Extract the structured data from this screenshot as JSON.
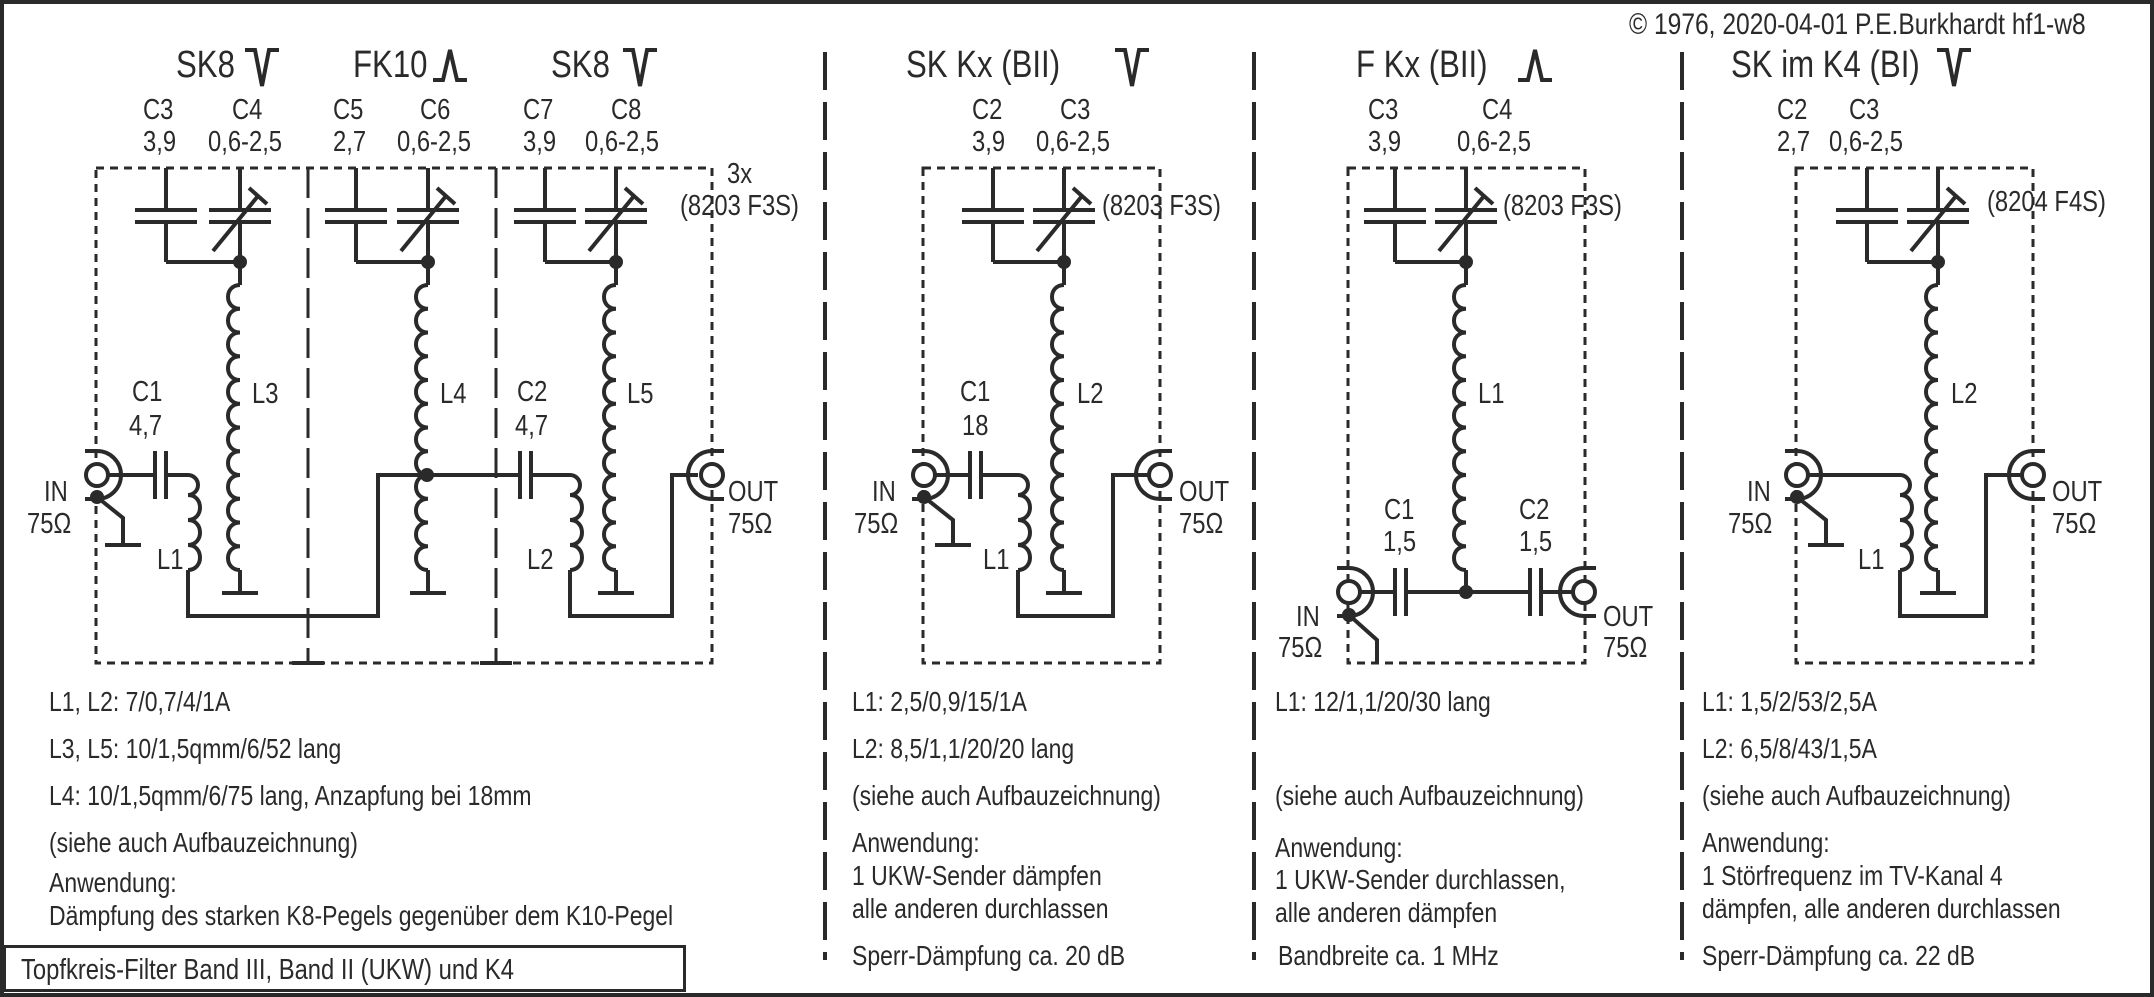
{
  "copyright": "© 1976, 2020-04-01 P.E.Burkhardt hf1-w8",
  "caption": "Topfkreis-Filter Band III, Band II (UKW) und K4",
  "colors": {
    "ink": "#2a2a2a",
    "background": "#ffffff"
  },
  "symbols": {
    "notch": "band-stop-symbol",
    "peak": "band-pass-symbol"
  },
  "sections": [
    {
      "id": "band3",
      "titles": [
        {
          "text": "SK8",
          "symbol": "notch"
        },
        {
          "text": "FK10",
          "symbol": "peak"
        },
        {
          "text": "SK8",
          "symbol": "notch"
        }
      ],
      "capacitors": [
        {
          "name": "C3",
          "value": "3,9"
        },
        {
          "name": "C4",
          "value": "0,6-2,5"
        },
        {
          "name": "C5",
          "value": "2,7"
        },
        {
          "name": "C6",
          "value": "0,6-2,5"
        },
        {
          "name": "C7",
          "value": "3,9"
        },
        {
          "name": "C8",
          "value": "0,6-2,5"
        }
      ],
      "housing_count": "3x",
      "housing": "(8203 F3S)",
      "coupling_caps": [
        {
          "name": "C1",
          "value": "4,7"
        },
        {
          "name": "C2",
          "value": "4,7"
        }
      ],
      "inductors": [
        "L1",
        "L2",
        "L3",
        "L4",
        "L5"
      ],
      "in_label": "IN",
      "in_impedance": "75Ω",
      "out_label": "OUT",
      "out_impedance": "75Ω",
      "notes": [
        "L1, L2: 7/0,7/4/1A",
        "L3, L5: 10/1,5qmm/6/52 lang",
        "L4: 10/1,5qmm/6/75 lang, Anzapfung bei 18mm",
        "(siehe auch Aufbauzeichnung)",
        "Anwendung:",
        "Dämpfung des starken K8-Pegels gegenüber dem K10-Pegel"
      ]
    },
    {
      "id": "sk-kx",
      "title": "SK Kx (BII)",
      "symbol": "notch",
      "capacitors": [
        {
          "name": "C2",
          "value": "3,9"
        },
        {
          "name": "C3",
          "value": "0,6-2,5"
        }
      ],
      "housing": "(8203 F3S)",
      "coupling_caps": [
        {
          "name": "C1",
          "value": "18"
        }
      ],
      "inductors": [
        "L1",
        "L2"
      ],
      "in_label": "IN",
      "in_impedance": "75Ω",
      "out_label": "OUT",
      "out_impedance": "75Ω",
      "notes": [
        "L1: 2,5/0,9/15/1A",
        "L2: 8,5/1,1/20/20 lang",
        "(siehe auch Aufbauzeichnung)",
        "Anwendung:",
        "1 UKW-Sender dämpfen",
        "alle anderen durchlassen",
        "Sperr-Dämpfung ca. 20 dB"
      ]
    },
    {
      "id": "f-kx",
      "title": "F Kx (BII)",
      "symbol": "peak",
      "capacitors": [
        {
          "name": "C3",
          "value": "3,9"
        },
        {
          "name": "C4",
          "value": "0,6-2,5"
        }
      ],
      "housing": "(8203 F3S)",
      "coupling_caps": [
        {
          "name": "C1",
          "value": "1,5"
        },
        {
          "name": "C2",
          "value": "1,5"
        }
      ],
      "inductors": [
        "L1"
      ],
      "in_label": "IN",
      "in_impedance": "75Ω",
      "out_label": "OUT",
      "out_impedance": "75Ω",
      "notes": [
        "L1: 12/1,1/20/30 lang",
        "(siehe auch Aufbauzeichnung)",
        "Anwendung:",
        "1 UKW-Sender durchlassen,",
        "alle anderen dämpfen",
        "Bandbreite ca. 1 MHz"
      ]
    },
    {
      "id": "sk-k4",
      "title": "SK im K4 (BI)",
      "symbol": "notch",
      "capacitors": [
        {
          "name": "C2",
          "value": "2,7"
        },
        {
          "name": "C3",
          "value": "0,6-2,5"
        }
      ],
      "housing": "(8204 F4S)",
      "inductors": [
        "L1",
        "L2"
      ],
      "in_label": "IN",
      "in_impedance": "75Ω",
      "out_label": "OUT",
      "out_impedance": "75Ω",
      "notes": [
        "L1: 1,5/2/53/2,5A",
        "L2: 6,5/8/43/1,5A",
        "(siehe auch Aufbauzeichnung)",
        "Anwendung:",
        "1 Störfrequenz im TV-Kanal 4",
        "dämpfen, alle anderen durchlassen",
        "Sperr-Dämpfung ca. 22 dB"
      ]
    }
  ]
}
